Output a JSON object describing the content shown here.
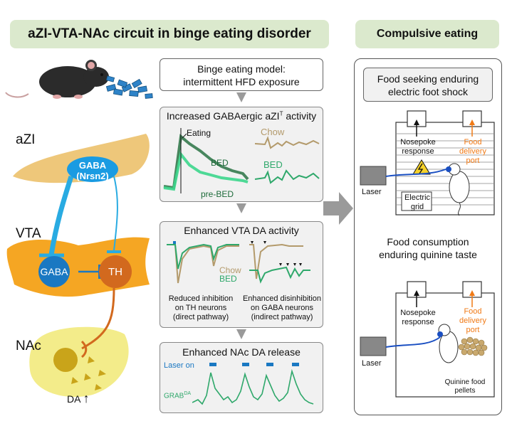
{
  "title": "aZI-VTA-NAc circuit in binge eating disorder",
  "regions": {
    "azi": "aZI",
    "vta": "VTA",
    "nac": "NAc"
  },
  "circuit": {
    "azi_neuron_line1": "GABA",
    "azi_neuron_line2": "(Nrsn2)",
    "vta_gaba": "GABA",
    "vta_th": "TH",
    "nac_da": "DA",
    "arrow_up": "↑"
  },
  "model_box": {
    "line1": "Binge eating model:",
    "line2": "intermittent HFD exposure"
  },
  "panel1": {
    "title": "Increased GABAergic aZI",
    "title_sup": "T",
    "title_end": " activity",
    "eating": "Eating",
    "bed_left": "BED",
    "pre_bed": "pre-BED",
    "chow": "Chow",
    "bed_right": "BED"
  },
  "panel2": {
    "title": "Enhanced VTA DA activity",
    "chow": "Chow",
    "bed": "BED",
    "left_caption": [
      "Reduced inhibition",
      "on TH neurons",
      "(direct pathway)"
    ],
    "right_caption": [
      "Enhanced disinhibition",
      "on GABA neurons",
      "(indirect pathway)"
    ]
  },
  "panel3": {
    "title": "Enhanced NAc DA release",
    "laser_on": "Laser on",
    "grab": "GRAB",
    "grab_sup": "DA"
  },
  "right": {
    "title": "Compulsive eating",
    "top_box": [
      "Food seeking enduring",
      "electric foot shock"
    ],
    "nosepoke1": [
      "Nosepoke",
      "response"
    ],
    "food_port1": [
      "Food",
      "delivery",
      "port"
    ],
    "laser1": "Laser",
    "grid": [
      "Electric",
      "grid"
    ],
    "bottom_box": [
      "Food consumption",
      "enduring quinine taste"
    ],
    "nosepoke2": [
      "Nosepoke",
      "response"
    ],
    "food_port2": [
      "Food",
      "delivery",
      "port"
    ],
    "laser2": "Laser",
    "pellets": [
      "Quinine food",
      "pellets"
    ]
  },
  "colors": {
    "title_bg": "#dbe9cd",
    "azi_region": "#eec77a",
    "vta_region": "#f5a623",
    "nac_region": "#f3ec8a",
    "gaba_neuron": "#1a78c2",
    "th_neuron": "#d2691e",
    "projection_blue": "#29abe2",
    "trace_dark_green": "#1e6b3a",
    "trace_light_green": "#3cd68c",
    "chow_trace": "#b39a6b",
    "orange_label": "#f07a16"
  }
}
